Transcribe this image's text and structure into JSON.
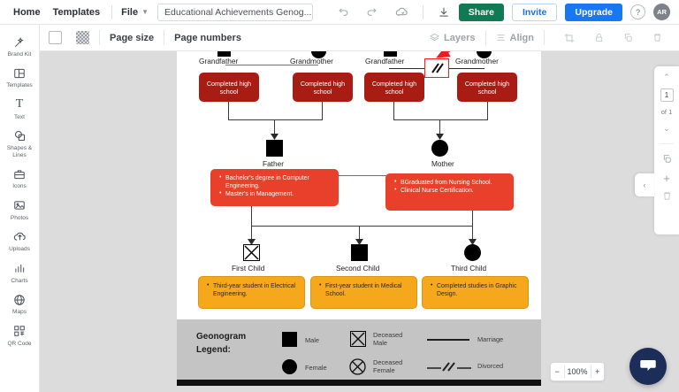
{
  "topbar": {
    "home": "Home",
    "templates": "Templates",
    "file": "File",
    "doc_title": "Educational Achievements Genog...",
    "undo_icon": "undo-icon",
    "redo_icon": "redo-icon",
    "cloud_icon": "cloud-sync-icon",
    "download_icon": "download-icon",
    "share": "Share",
    "invite": "Invite",
    "upgrade": "Upgrade",
    "help": "?",
    "avatar": "AR",
    "colors": {
      "share": "#107a54",
      "invite_text": "#1f70e0",
      "upgrade": "#1877f2"
    }
  },
  "toolbar2": {
    "page_size": "Page size",
    "page_numbers": "Page numbers",
    "layers": "Layers",
    "align": "Align",
    "icons": [
      "fill-swatch-icon",
      "transparency-swatch-icon",
      "layers-icon",
      "align-icon",
      "crop-icon",
      "lock-icon",
      "duplicate-icon",
      "trash-icon"
    ]
  },
  "rail": {
    "items": [
      {
        "label": "Brand Kit",
        "icon": "magic-wand-icon"
      },
      {
        "label": "Templates",
        "icon": "templates-icon"
      },
      {
        "label": "Text",
        "icon": "text-icon"
      },
      {
        "label": "Shapes & Lines",
        "icon": "shapes-lines-icon"
      },
      {
        "label": "Icons",
        "icon": "icons-icon"
      },
      {
        "label": "Photos",
        "icon": "photos-icon"
      },
      {
        "label": "Uploads",
        "icon": "uploads-icon"
      },
      {
        "label": "Charts",
        "icon": "charts-icon"
      },
      {
        "label": "Maps",
        "icon": "maps-icon"
      },
      {
        "label": "QR Code",
        "icon": "qr-code-icon"
      }
    ]
  },
  "diagram": {
    "generation1": [
      {
        "label": "Grandfather",
        "symbol": "male-square",
        "note": "Completed high school"
      },
      {
        "label": "Grandmother",
        "symbol": "female-circle",
        "note": "Completed high school"
      },
      {
        "label": "Grandfather",
        "symbol": "male-square",
        "note": "Completed high school"
      },
      {
        "label": "Grandmother",
        "symbol": "female-circle",
        "note": "Completed high school"
      }
    ],
    "relationship_marker": "divorced-slashes",
    "generation2": [
      {
        "label": "Father",
        "symbol": "male-square",
        "achievements": [
          "Bachelor's degree in Computer Engineering.",
          "Master's in Management."
        ]
      },
      {
        "label": "Mother",
        "symbol": "female-circle",
        "achievements": [
          "BGraduated from Nursing School.",
          "Clinical Nurse Certification."
        ]
      }
    ],
    "generation3": [
      {
        "label": "First Child",
        "symbol": "deceased-male-square-x",
        "achievements": [
          "Third-year student in Electrical Engineering."
        ]
      },
      {
        "label": "Second Child",
        "symbol": "male-square",
        "achievements": [
          "First-year student in Medical School."
        ]
      },
      {
        "label": "Third Child",
        "symbol": "female-circle",
        "achievements": [
          "Completed studies in Graphic Design."
        ]
      }
    ],
    "colors": {
      "dark_red": "#a81c13",
      "red": "#e8402a",
      "yellow": "#f5a81c",
      "line": "#3b3b3b",
      "selection": "#ff1a1a"
    }
  },
  "legend": {
    "title_line1": "Geonogram",
    "title_line2": "Legend:",
    "entries": [
      {
        "symbol": "male-square",
        "label": "Male"
      },
      {
        "symbol": "female-circle",
        "label": "Female"
      },
      {
        "symbol": "deceased-male-square-x",
        "label_line1": "Deceased",
        "label_line2": "Male"
      },
      {
        "symbol": "deceased-female-circle-x",
        "label_line1": "Deceased",
        "label_line2": "Female"
      },
      {
        "symbol": "solid-line",
        "label": "Marriage"
      },
      {
        "symbol": "slashed-line",
        "label": "Divorced"
      }
    ]
  },
  "rightpanel": {
    "up_icon": "chevron-up-icon",
    "page_number": "1",
    "page_of": "of 1",
    "down_icon": "chevron-down-icon",
    "duplicate_icon": "duplicate-page-icon",
    "add_icon": "+",
    "delete_icon": "trash-icon",
    "collapse_icon": "chevron-left-icon"
  },
  "zoom": {
    "minus": "−",
    "level": "100%",
    "plus": "+"
  },
  "chat": {
    "icon": "chat-bubble-icon"
  }
}
